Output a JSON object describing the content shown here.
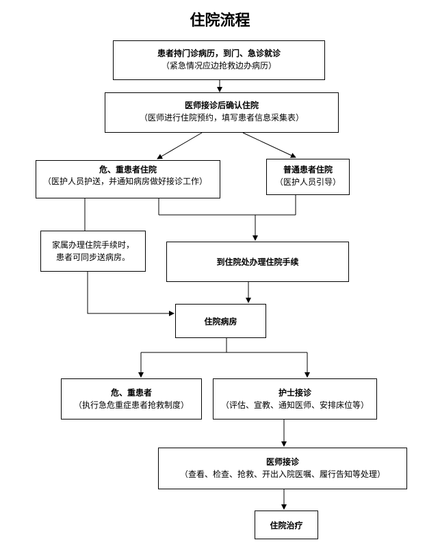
{
  "title": "住院流程",
  "steps": {
    "arrival": {
      "title": "患者持门诊病历，到门、急诊就诊",
      "note": "（紧急情况应边抢救边办病历）"
    },
    "confirm": {
      "title": "医师接诊后确认住院",
      "note": "（医师进行住院预约，填写患者信息采集表）"
    },
    "critical_admission": {
      "title": "危、重患者住院",
      "note": "（医护人员护送，并通知病房做好接诊工作）"
    },
    "normal_admission": {
      "title": "普通患者住院",
      "note": "（医护人员引导）"
    },
    "family_note": {
      "line1": "家属办理住院手续时，",
      "line2": "患者可同步送病房。"
    },
    "admission_office": {
      "title": "到住院处办理住院手续"
    },
    "ward": {
      "title": "住院病房"
    },
    "critical_patient": {
      "title": "危、重患者",
      "note": "（执行急危重症患者抢救制度）"
    },
    "nurse_reception": {
      "title": "护士接诊",
      "note": "（评估、宣教、通知医师、安排床位等）"
    },
    "doctor_reception": {
      "title": "医师接诊",
      "note": "（查看、检查、抢救、开出入院医嘱、履行告知等处理）"
    },
    "treatment": {
      "title": "住院治疗"
    }
  }
}
